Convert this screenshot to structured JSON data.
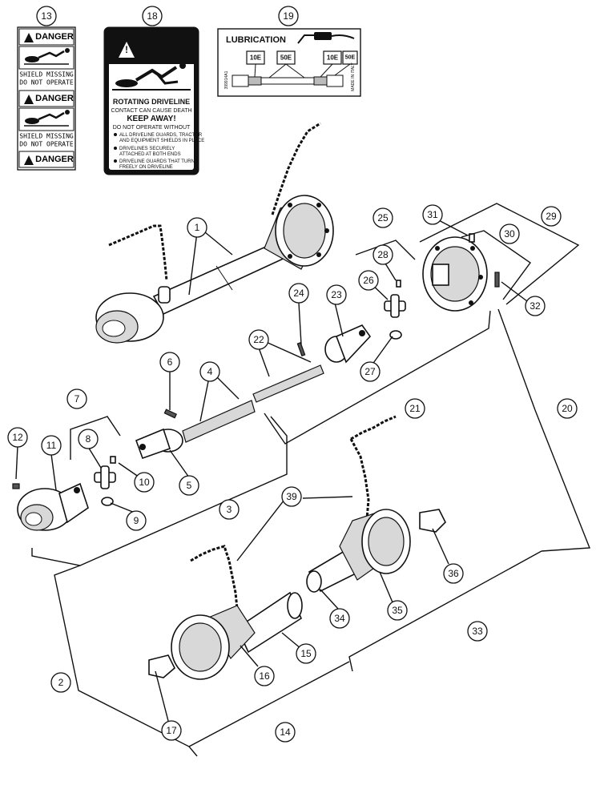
{
  "decal13": {
    "danger_1": "DANGER",
    "shield_1": "SHIELD MISSING",
    "donot_1": "DO NOT OPERATE",
    "danger_2": "DANGER",
    "shield_2": "SHIELD MISSING",
    "donot_2": "DO NOT OPERATE",
    "danger_3": "DANGER"
  },
  "decal18": {
    "line1": "ROTATING DRIVELINE",
    "line2": "CONTACT CAN CAUSE DEATH",
    "line3": "KEEP AWAY!",
    "line4": "DO NOT OPERATE WITHOUT",
    "bullet1a": "ALL DRIVELINE GUARDS, TRACTOR",
    "bullet1b": "AND EQUIPMENT SHIELDS IN PLACE",
    "bullet2a": "DRIVELINES SECURELY",
    "bullet2b": "ATTACHED AT BOTH ENDS",
    "bullet3a": "DRIVELINE GUARDS THAT TURN",
    "bullet3b": "FREELY ON DRIVELINE"
  },
  "decal19": {
    "title": "LUBRICATION",
    "box1": "10E",
    "box2": "50E",
    "box3": "10E",
    "box4": "50E",
    "side_code": "399914A1",
    "made_in": "MADE IN ITALY"
  },
  "callouts": {
    "c1": "1",
    "c2": "2",
    "c3": "3",
    "c4": "4",
    "c5": "5",
    "c6": "6",
    "c7": "7",
    "c8": "8",
    "c9": "9",
    "c10": "10",
    "c11": "11",
    "c12": "12",
    "c13": "13",
    "c14": "14",
    "c15": "15",
    "c16": "16",
    "c17": "17",
    "c18": "18",
    "c19": "19",
    "c20": "20",
    "c21": "21",
    "c22": "22",
    "c23": "23",
    "c24": "24",
    "c25": "25",
    "c26": "26",
    "c27": "27",
    "c28": "28",
    "c29": "29",
    "c30": "30",
    "c31": "31",
    "c32": "32",
    "c33": "33",
    "c34": "34",
    "c35": "35",
    "c36": "36",
    "c39": "39"
  }
}
